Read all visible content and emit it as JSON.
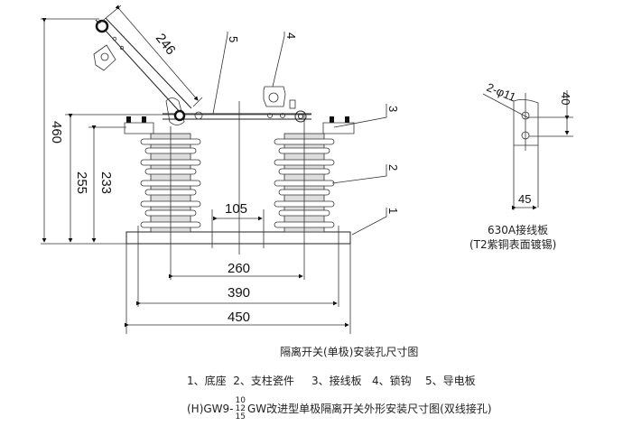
{
  "drawing": {
    "dimensions": {
      "blade_length": "246",
      "total_height": "460",
      "contact_height": "255",
      "insulator_height": "233",
      "center_gap": "105",
      "insulator_spacing": "260",
      "mounting_hole_spacing": "390",
      "base_length": "450"
    },
    "part_callouts": [
      "1",
      "2",
      "3",
      "4",
      "5"
    ],
    "terminal_plate": {
      "hole_spec": "2-φ11",
      "hole_spacing": "40",
      "width": "45",
      "caption_line1": "630A接线板",
      "caption_line2": "(T2紫铜表面镀锡)"
    }
  },
  "captions": {
    "mounting_title": "隔离开关(单极)安装孔尺寸图",
    "legend": "1、底座  2、支柱瓷件     3、接线板   4、锁钩    5、导电板",
    "title_prefix": "(H)GW9-",
    "title_fraction": [
      "10",
      "12",
      "15"
    ],
    "title_suffix": "GW改进型单极隔离开关外形安装尺寸图(双线接孔)"
  }
}
